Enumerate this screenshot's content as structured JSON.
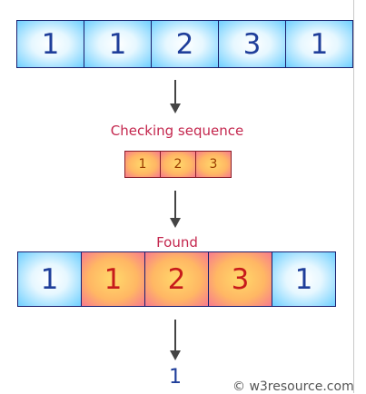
{
  "input_array": [
    "1",
    "1",
    "2",
    "3",
    "1"
  ],
  "checking_label": "Checking sequence",
  "sequence": [
    "1",
    "2",
    "3"
  ],
  "found_label": "Found",
  "found_array": [
    {
      "value": "1",
      "highlight": false
    },
    {
      "value": "1",
      "highlight": true
    },
    {
      "value": "2",
      "highlight": true
    },
    {
      "value": "3",
      "highlight": true
    },
    {
      "value": "1",
      "highlight": false
    }
  ],
  "result": "1",
  "watermark": "© w3resource.com",
  "colors": {
    "blue_cell_edge": "#6dcfff",
    "red_cell_edge": "#f77a8e",
    "label": "#c4274e",
    "number_blue": "#1f3e9a",
    "number_red": "#c71b1b"
  }
}
